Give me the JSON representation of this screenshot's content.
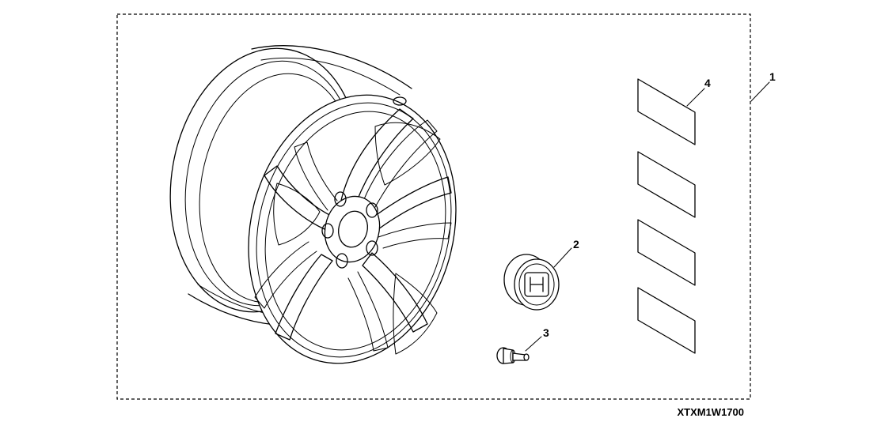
{
  "diagram": {
    "part_code": "XTXM1W1700",
    "callouts": [
      {
        "id": "1",
        "label": "1"
      },
      {
        "id": "2",
        "label": "2"
      },
      {
        "id": "3",
        "label": "3"
      },
      {
        "id": "4",
        "label": "4"
      }
    ],
    "colors": {
      "line": "#000000",
      "background": "#ffffff"
    },
    "icons": [
      "alloy-wheel-icon",
      "center-cap-icon",
      "valve-stem-icon",
      "decal-sheet-icon",
      "honda-emblem-icon"
    ]
  }
}
